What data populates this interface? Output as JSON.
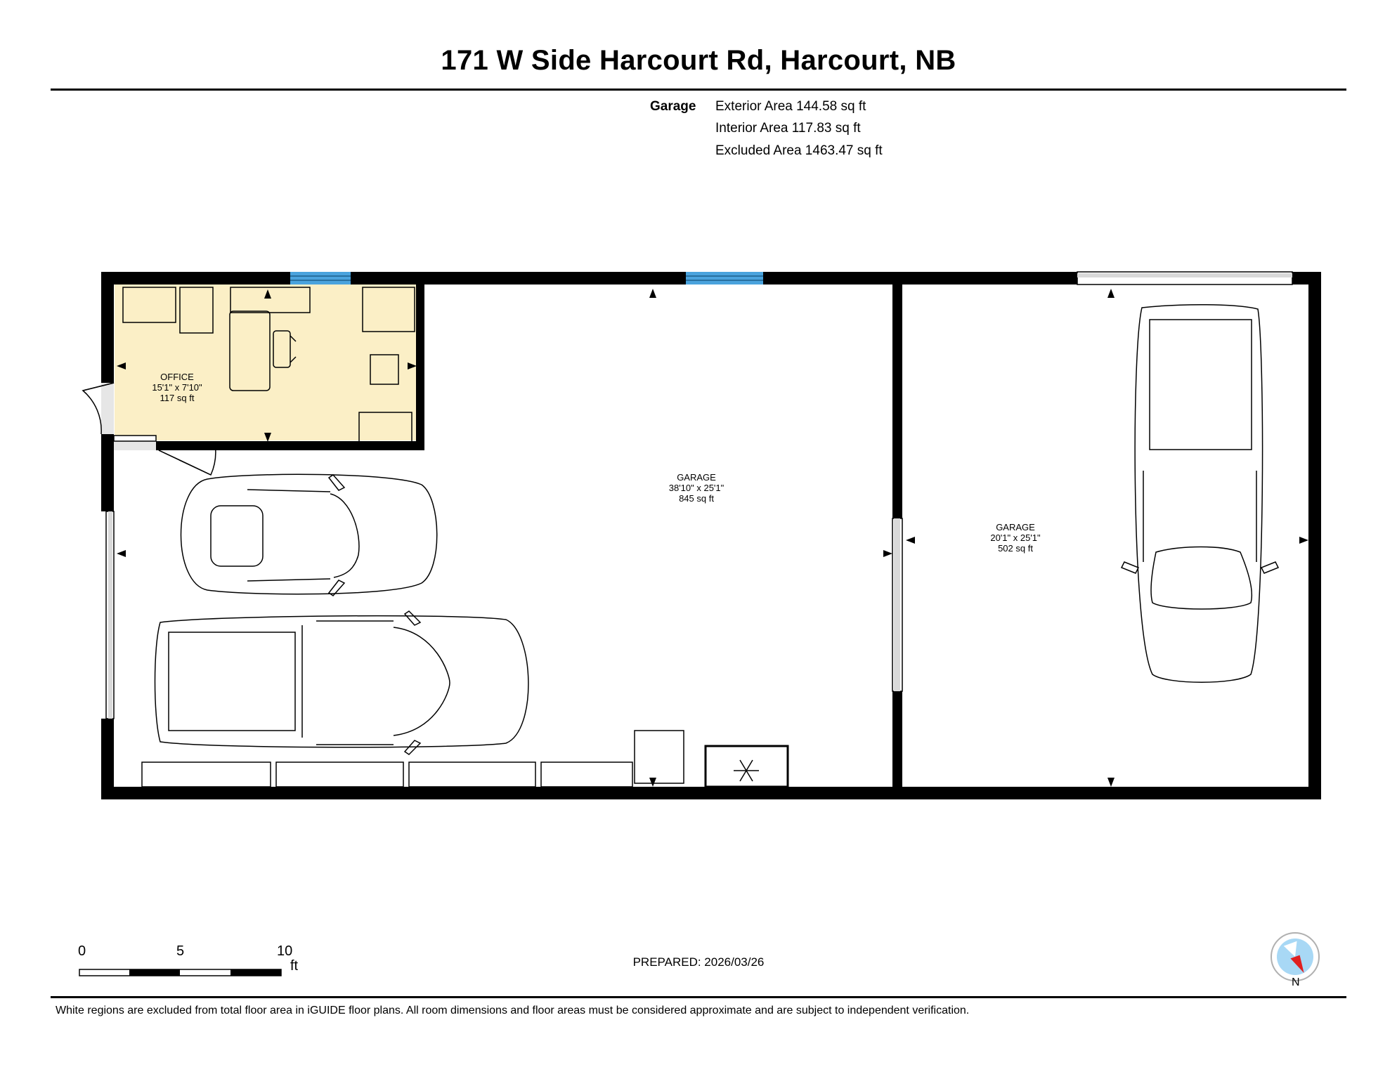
{
  "header": {
    "title": "171 W Side Harcourt Rd, Harcourt, NB"
  },
  "areas": {
    "label": "Garage",
    "exterior": "Exterior Area 144.58 sq ft",
    "interior": "Interior Area 117.83 sq ft",
    "excluded": "Excluded Area 1463.47 sq ft"
  },
  "rooms": {
    "office": {
      "name": "OFFICE",
      "dims": "15'1\" x 7'10\"",
      "area": "117 sq ft",
      "fill": "#fbefc6"
    },
    "garage1": {
      "name": "GARAGE",
      "dims": "38'10\" x 25'1\"",
      "area": "845 sq ft"
    },
    "garage2": {
      "name": "GARAGE",
      "dims": "20'1\" x 25'1\"",
      "area": "502 sq ft"
    }
  },
  "scale": {
    "ticks": [
      "0",
      "5",
      "10"
    ],
    "unit": "ft"
  },
  "prepared": "PREPARED: 2026/03/26",
  "compass": {
    "label": "N",
    "ring": "#a8d8f5",
    "needle": "#e02020"
  },
  "colors": {
    "window": "#4aa3dd",
    "opening": "#d9d9d9"
  },
  "footer": {
    "note": "White regions are excluded from total floor area in iGUIDE floor plans. All room dimensions and floor areas must be considered approximate and are subject to independent verification."
  }
}
